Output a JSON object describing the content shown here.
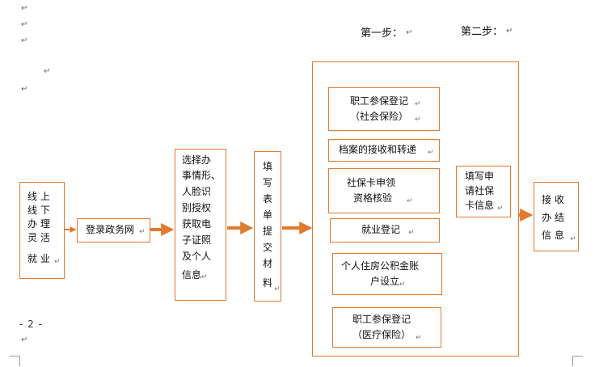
{
  "steps": {
    "step1": "第一步：",
    "step2": "第二步："
  },
  "paragraph_mark": "↵",
  "page_number": "- 2 -",
  "boxes": {
    "offline_online": [
      "线 上",
      "线 下",
      "办 理",
      "灵 活",
      "就 业"
    ],
    "login_portal": "登录政务网",
    "choose_and_verify": [
      "选择办",
      "事情形、",
      "人脸识",
      "别授权",
      "获取电",
      "子证照",
      "及个人",
      "信息"
    ],
    "fill_forms": [
      "填",
      "写",
      "表",
      "单",
      "提",
      "交",
      "材",
      "料"
    ],
    "insurance_social": [
      "职工参保登记",
      "（社会保险）"
    ],
    "archive_transfer": "档案的接收和转递",
    "social_card_review": [
      "社保卡申领",
      "资格核验"
    ],
    "employment_register": "就业登记",
    "housing_fund_account": [
      "个人住房公积金账",
      "户设立"
    ],
    "insurance_medical": [
      "职工参保登记",
      "（医疗保险）"
    ],
    "card_info": [
      "填写申",
      "请社保",
      "卡信息"
    ],
    "receive_result": [
      "接 收",
      "办 结",
      "信 息"
    ]
  },
  "colors": {
    "box_border": "#e07a2e",
    "arrow": "#e07a2e"
  }
}
